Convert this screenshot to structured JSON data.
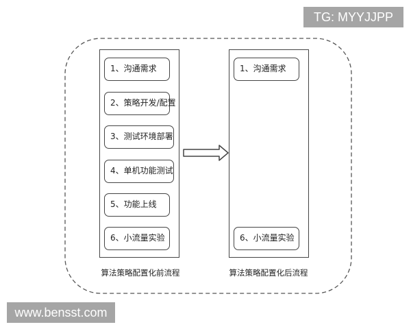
{
  "watermarks": {
    "top_right": "TG: MYYJJPP",
    "bottom_left": "www.bensst.com"
  },
  "before": {
    "caption": "算法策略配置化前流程",
    "steps": [
      "1、沟通需求",
      "2、策略开发/配置",
      "3、测试环境部署",
      "4、单机功能测试",
      "5、功能上线",
      "6、小流量实验"
    ]
  },
  "after": {
    "caption": "算法策略配置化后流程",
    "steps": [
      "1、沟通需求",
      "6、小流量实验"
    ]
  },
  "colors": {
    "stroke": "#444444",
    "watermark_bg": "#a5a5a5"
  }
}
